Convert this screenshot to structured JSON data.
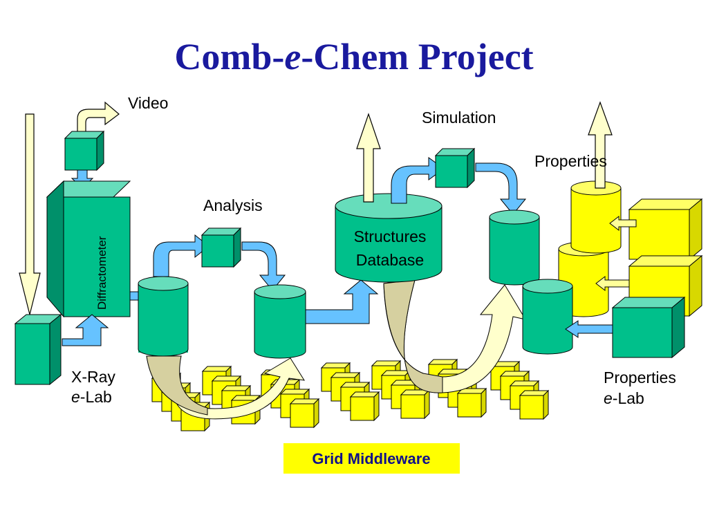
{
  "title": {
    "part1": "Comb-",
    "part2": "e",
    "part3": "-Chem Project"
  },
  "labels": {
    "video": "Video",
    "simulation": "Simulation",
    "properties_top": "Properties",
    "analysis": "Analysis",
    "diffractometer": "Diffractometer",
    "structures_db_line1": "Structures",
    "structures_db_line2": "Database",
    "xray_line1": "X-Ray",
    "xray_e": "e",
    "xray_lab": "-Lab",
    "properties_lab_line1": "Properties",
    "properties_lab_e": "e",
    "properties_lab_lab": "-Lab",
    "grid_middleware": "Grid Middleware"
  },
  "colors": {
    "title": "#1a1a9e",
    "teal": "#00c08b",
    "teal_dark": "#00906a",
    "teal_top": "#66ddbb",
    "yellow": "#ffff00",
    "yellow_side": "#d8d800",
    "blue_arrow": "#66c2ff",
    "cream_arrow": "#ffffcc",
    "curve_arrow_left": "#d6d0a0",
    "middleware_text": "#10108a"
  }
}
